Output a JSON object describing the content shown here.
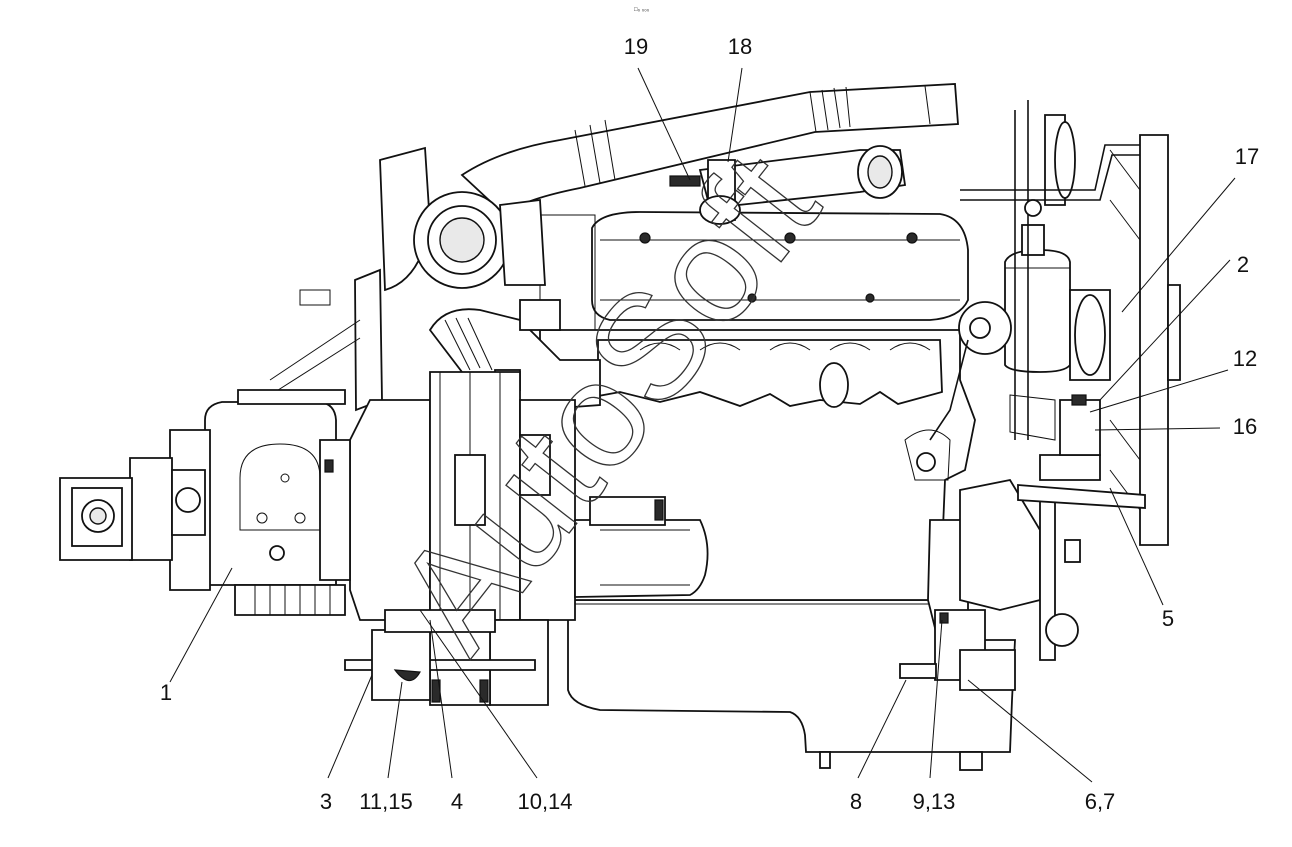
{
  "header_mark": "□₀ ₀₀₀",
  "watermark": "AutoSoft",
  "callouts": [
    "1",
    "2",
    "3",
    "4",
    "5",
    "6,7",
    "8",
    "9,13",
    "10,14",
    "11,15",
    "12",
    "16",
    "17",
    "18",
    "19"
  ]
}
